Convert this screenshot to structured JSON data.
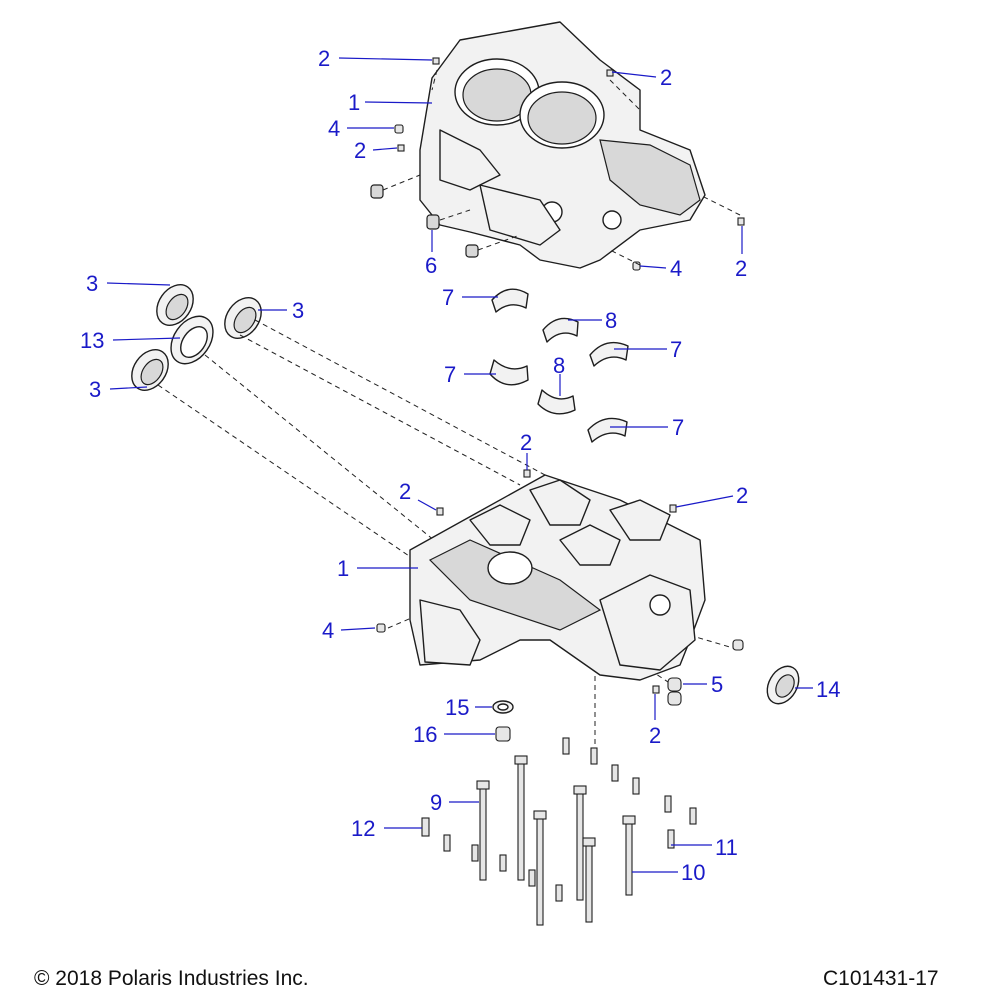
{
  "diagram": {
    "callouts": [
      {
        "id": "c01",
        "text": "2"
      },
      {
        "id": "c02",
        "text": "2"
      },
      {
        "id": "c03",
        "text": "1"
      },
      {
        "id": "c04",
        "text": "4"
      },
      {
        "id": "c05",
        "text": "2"
      },
      {
        "id": "c06",
        "text": "6"
      },
      {
        "id": "c07",
        "text": "4"
      },
      {
        "id": "c08",
        "text": "2"
      },
      {
        "id": "c09",
        "text": "3"
      },
      {
        "id": "c10",
        "text": "3"
      },
      {
        "id": "c11",
        "text": "13"
      },
      {
        "id": "c12",
        "text": "3"
      },
      {
        "id": "c13",
        "text": "7"
      },
      {
        "id": "c14",
        "text": "8"
      },
      {
        "id": "c15",
        "text": "7"
      },
      {
        "id": "c16",
        "text": "7"
      },
      {
        "id": "c17",
        "text": "8"
      },
      {
        "id": "c18",
        "text": "7"
      },
      {
        "id": "c19",
        "text": "2"
      },
      {
        "id": "c20",
        "text": "2"
      },
      {
        "id": "c21",
        "text": "2"
      },
      {
        "id": "c22",
        "text": "1"
      },
      {
        "id": "c23",
        "text": "4"
      },
      {
        "id": "c24",
        "text": "5"
      },
      {
        "id": "c25",
        "text": "14"
      },
      {
        "id": "c26",
        "text": "2"
      },
      {
        "id": "c27",
        "text": "15"
      },
      {
        "id": "c28",
        "text": "16"
      },
      {
        "id": "c29",
        "text": "9"
      },
      {
        "id": "c30",
        "text": "12"
      },
      {
        "id": "c31",
        "text": "11"
      },
      {
        "id": "c32",
        "text": "10"
      }
    ]
  },
  "footer": {
    "copyright": "© 2018 Polaris Industries Inc.",
    "code": "C101431-17"
  }
}
